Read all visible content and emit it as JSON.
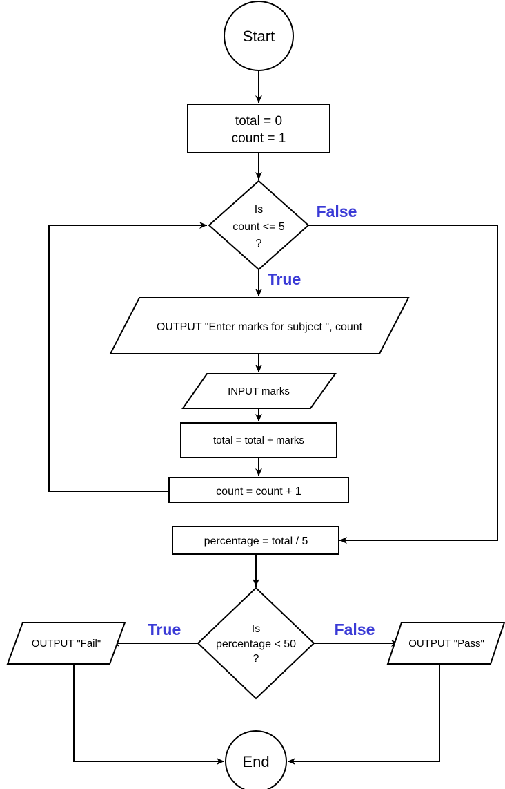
{
  "nodes": {
    "start": "Start",
    "init": [
      "total = 0",
      "count = 1"
    ],
    "loop_decision": [
      "Is",
      "count <= 5",
      "?"
    ],
    "output_prompt": "OUTPUT \"Enter marks for subject \", count",
    "input_marks": "INPUT marks",
    "accumulate": "total = total + marks",
    "increment": "count = count + 1",
    "percentage": "percentage = total / 5",
    "pass_decision": [
      "Is",
      "percentage < 50",
      "?"
    ],
    "output_fail": "OUTPUT \"Fail\"",
    "output_pass": "OUTPUT \"Pass\"",
    "end": "End"
  },
  "labels": {
    "loop_false": "False",
    "loop_true": "True",
    "pass_true": "True",
    "pass_false": "False"
  },
  "colors": {
    "label": "#3A3AD6",
    "stroke": "#000000",
    "fill": "#ffffff"
  }
}
